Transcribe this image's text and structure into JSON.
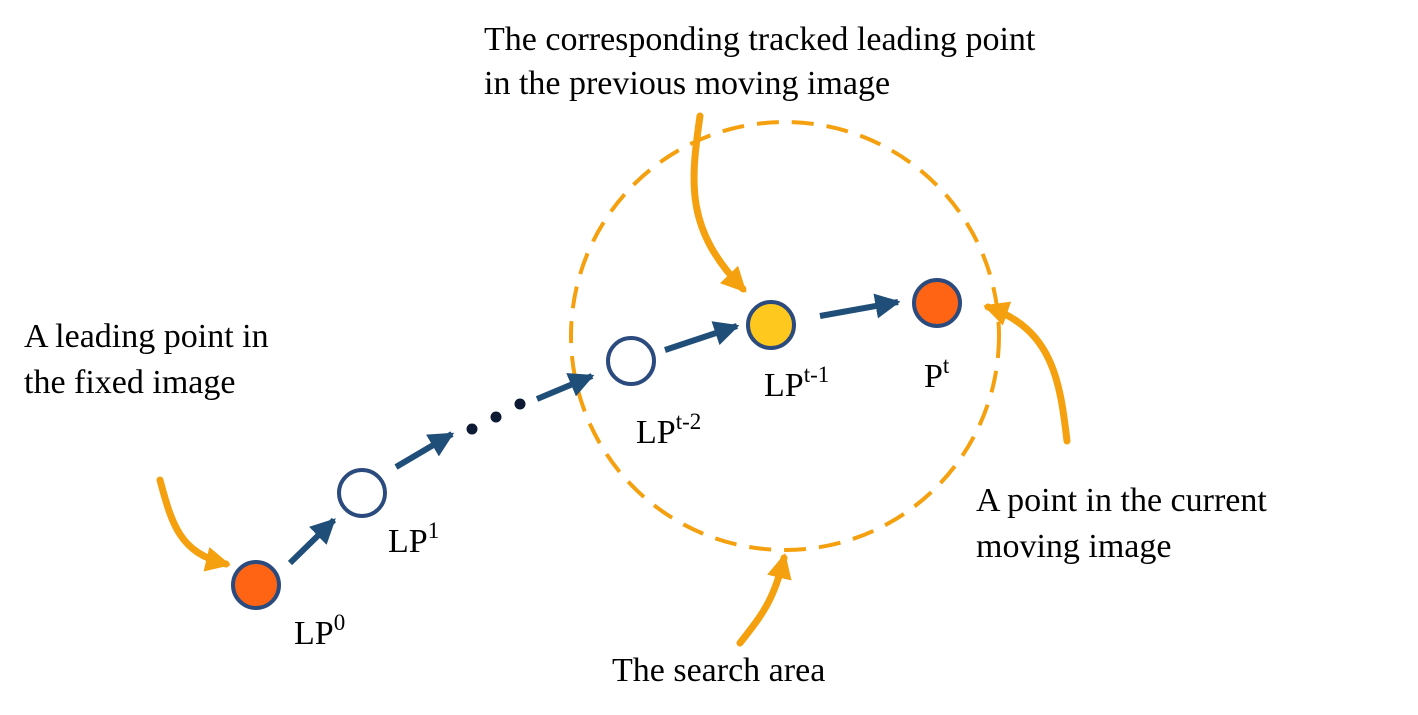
{
  "colors": {
    "orange_fill": "#ff6414",
    "yellow_fill": "#ffc81e",
    "node_stroke": "#2b4a7e",
    "flow_arrow": "#1f4e79",
    "annotation_orange": "#f5a00f",
    "search_circle": "#f5a00f",
    "text": "#000000"
  },
  "annotations": {
    "leading_point_fixed": [
      "A leading point in",
      "the fixed image"
    ],
    "tracked_point": [
      "The corresponding tracked leading point",
      "in the previous moving image"
    ],
    "current_point": [
      "A point in the current",
      "moving image"
    ],
    "search_area": [
      "The search area"
    ]
  },
  "nodes": [
    {
      "id": "lp0",
      "base": "LP",
      "sup": "0",
      "fill": "orange"
    },
    {
      "id": "lp1",
      "base": "LP",
      "sup": "1",
      "fill": "hollow"
    },
    {
      "id": "lpt2",
      "base": "LP",
      "sup": "t-2",
      "fill": "hollow"
    },
    {
      "id": "lpt1",
      "base": "LP",
      "sup": "t-1",
      "fill": "yellow"
    },
    {
      "id": "pt",
      "base": "P",
      "sup": "t",
      "fill": "orange"
    }
  ],
  "icons": {
    "ellipsis": "three-dots-icon",
    "flow_arrow": "arrow-right-icon",
    "annotation_arrow": "curved-arrow-icon"
  }
}
